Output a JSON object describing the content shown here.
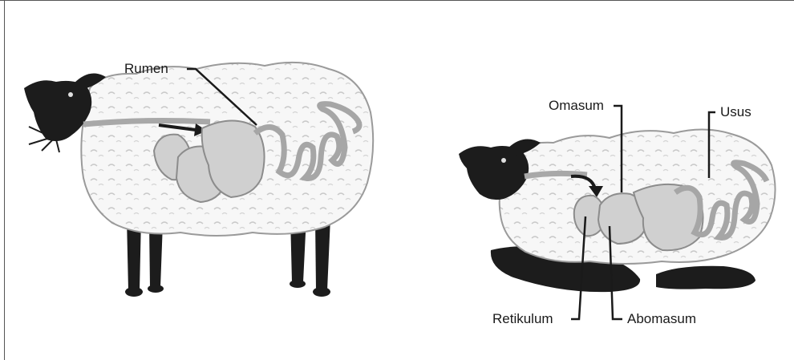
{
  "figure": {
    "background_color": "#ffffff",
    "ink_color": "#1a1a1a",
    "wool_color": "#f7f7f7",
    "organ_color": "#d0d0d0",
    "head_color": "#1c1c1c",
    "labels": {
      "rumen": "Rumen",
      "omasum": "Omasum",
      "usus": "Usus",
      "retikulum": "Retikulum",
      "abomasum": "Abomasum"
    }
  }
}
